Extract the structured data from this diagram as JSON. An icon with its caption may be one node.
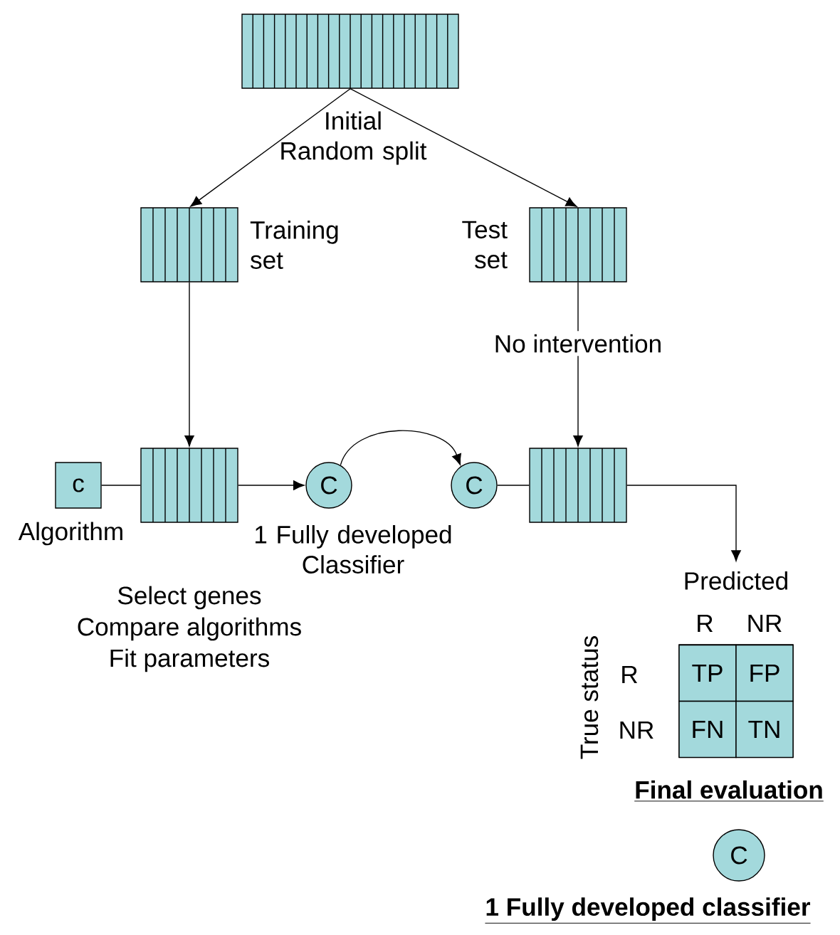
{
  "diagram": {
    "nodes": [
      {
        "text": [],
        "shape": "box",
        "beside": [
          "Initial Random split"
        ]
      },
      {
        "text": [],
        "shape": "box",
        "beside": [
          "Training set"
        ]
      },
      {
        "text": [],
        "shape": "box",
        "beside": [
          "Test set"
        ]
      },
      {
        "text": [
          "c"
        ],
        "beside": [
          "Algorithm"
        ]
      },
      {
        "text": [],
        "shape": "box",
        "beside": [
          "Select genes",
          "Compare algorithms",
          "Fit parameters"
        ]
      },
      {
        "text": [
          "C"
        ],
        "beside": [
          "1 Fully developed Classifier"
        ]
      },
      {
        "text": [
          "C"
        ]
      },
      {
        "text": [],
        "shape": "box"
      },
      {
        "text": [
          "Predicted"
        ]
      },
      {
        "text": [
          "TP"
        ],
        "in": 8
      },
      {
        "text": [
          "FP"
        ],
        "in": 8
      },
      {
        "text": [
          "FN"
        ],
        "in": 8
      },
      {
        "text": [
          "TN"
        ],
        "in": 8
      },
      {
        "text": [
          "C"
        ]
      }
    ],
    "edges": [
      {
        "from": 0,
        "to": 1,
        "arrow": "to"
      },
      {
        "from": 0,
        "to": 2,
        "arrow": "to"
      },
      {
        "from": 1,
        "to": 4,
        "arrow": "to"
      },
      {
        "from": 2,
        "to": 7,
        "arrow": "to",
        "label": "No intervention"
      },
      {
        "from": 3,
        "to": 4,
        "arrow": "none"
      },
      {
        "from": 4,
        "to": 5,
        "arrow": "to"
      },
      {
        "from": 5,
        "to": 6,
        "arrow": "to"
      },
      {
        "from": 6,
        "to": 7,
        "arrow": "none"
      },
      {
        "from": 7,
        "to": 8,
        "arrow": "to"
      }
    ],
    "labels": [
      "R",
      "NR",
      "True status",
      "R",
      "NR",
      "Final evaluation",
      "1 Fully developed classifier"
    ]
  }
}
